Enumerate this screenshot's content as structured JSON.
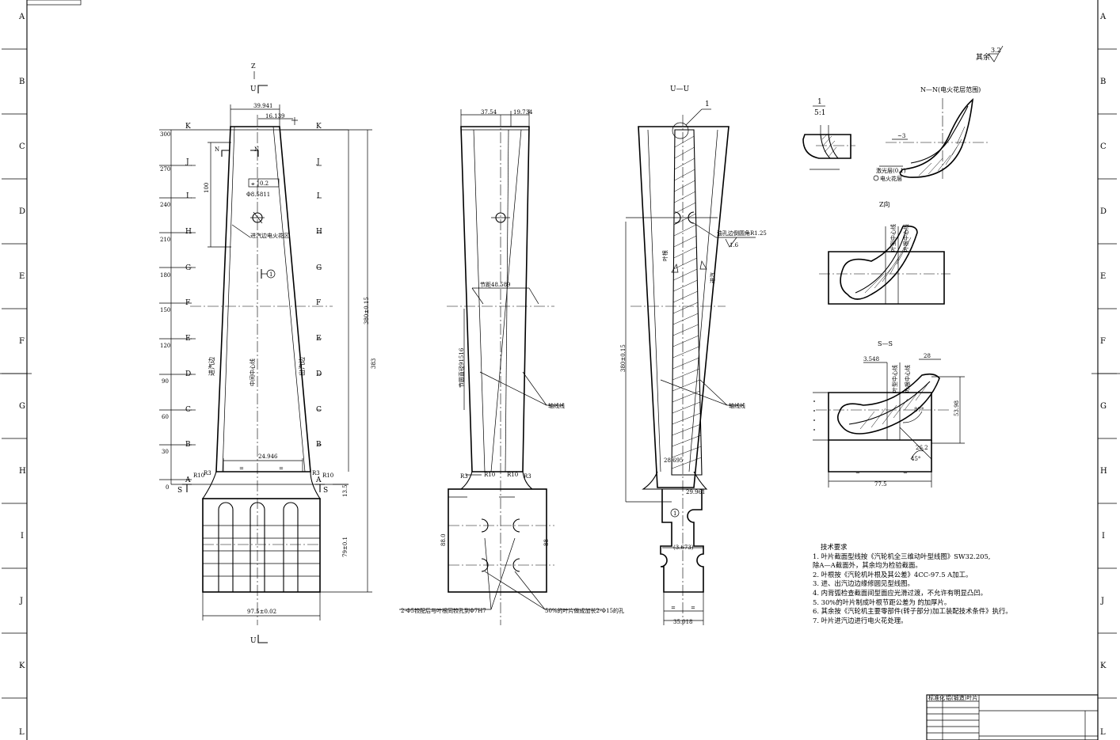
{
  "border": {
    "row_letters": [
      "A",
      "B",
      "C",
      "D",
      "E",
      "F",
      "G",
      "H",
      "I",
      "J",
      "K",
      "L"
    ]
  },
  "surface_finish": {
    "label": "其余",
    "value": "3.2"
  },
  "front_view": {
    "section_marker_top": "U",
    "section_marker_bottom": "U",
    "axis_label": "Z",
    "scale_values": [
      "300",
      "270",
      "240",
      "210",
      "180",
      "150",
      "120",
      "90",
      "60",
      "30",
      "0"
    ],
    "section_letters": [
      "K",
      "J",
      "I",
      "H",
      "G",
      "F",
      "E",
      "D",
      "C",
      "B",
      "A"
    ],
    "dims": {
      "top_width": "39.941",
      "top_inner": "16.139",
      "root_width": "24.946",
      "base_width": "97.5±0.02",
      "height_total": "380±0.15",
      "height_total2": "383",
      "base_height": "79±0.1",
      "offset": "13.5",
      "upper_len": "100"
    },
    "labels": {
      "edm_label": "进汽边电火花区",
      "inlet_edge": "进汽边",
      "outlet_edge": "出汽边",
      "center_line": "中间中心线",
      "pos_tol": "0.2",
      "hole_dia": "Φ8.5811",
      "radius_r3": "R3",
      "radius_r10": "R10",
      "balloon": "1",
      "section_s": "S"
    }
  },
  "side_view": {
    "dims": {
      "top_a": "37.54",
      "top_b": "19.734",
      "pitch": "节距48.589",
      "pitch_dia": "节圆直径91516",
      "mid_h": "88.0",
      "mid_h2": "88"
    },
    "labels": {
      "bend_line": "轴线线",
      "note_left": "2-Φ5铰配后与叶根同铰孔到Φ7H7",
      "note_right": "50%的叶片做成加长2-Φ15的孔",
      "r3": "R3",
      "r10": "R10"
    }
  },
  "section_view": {
    "title": "U—U",
    "balloon": "1",
    "dims": {
      "height": "380±0.15",
      "chord": "28.695",
      "root": "29.961",
      "base_top": "(3.673)",
      "base_bottom": "35.018"
    },
    "labels": {
      "hole_note": "油孔边倒圆角R1.25",
      "hole_tol": "1.6",
      "bend_line": "轴线线",
      "edge_a": "叶根",
      "edge_b": "进汽",
      "balloon2": "1"
    }
  },
  "detail": {
    "title": "1",
    "scale": "5:1"
  },
  "nn_view": {
    "title": "N—N(电火花层范围)",
    "label1": "激光层(0.1)",
    "label2": "电火花层",
    "dim": "~3"
  },
  "z_view": {
    "title": "Z向",
    "label1": "叶型中心线",
    "label2": "叶根中心线"
  },
  "ss_view": {
    "title": "S—S",
    "dims": {
      "top": "3.548",
      "right_top": "28",
      "width": "77.5",
      "height": "53.98",
      "angle1": "87°",
      "angle2": "45°",
      "offset": "26.2"
    },
    "labels": {
      "l1": "叶型中心线",
      "l2": "叶根中心线"
    }
  },
  "tech_notes": {
    "title": "技术要求",
    "lines": [
      "1. 叶片截面型线按《汽轮机全三维动叶型线图》SW32.205,",
      "    除A—A截面外，其余均为检验截面。",
      "2. 叶根按《汽轮机叶根及其公差》4CC-97.5 A加工。",
      "3. 进、出汽边边缘修圆见型线图。",
      "4. 内背弧检查截面间型面应光滑过渡，不允许有明显凸凹。",
      "5. 30%的叶片制成叶根节距公差为         的加厚片。",
      "6. 其余按《汽轮机主要零部件(转子部分)加工装配技术条件》执行。",
      "7. 叶片进汽边进行电火花处理。"
    ]
  },
  "title_block": {
    "cell_a": "标准化",
    "cell_b": "铝(锻造)叶片"
  }
}
